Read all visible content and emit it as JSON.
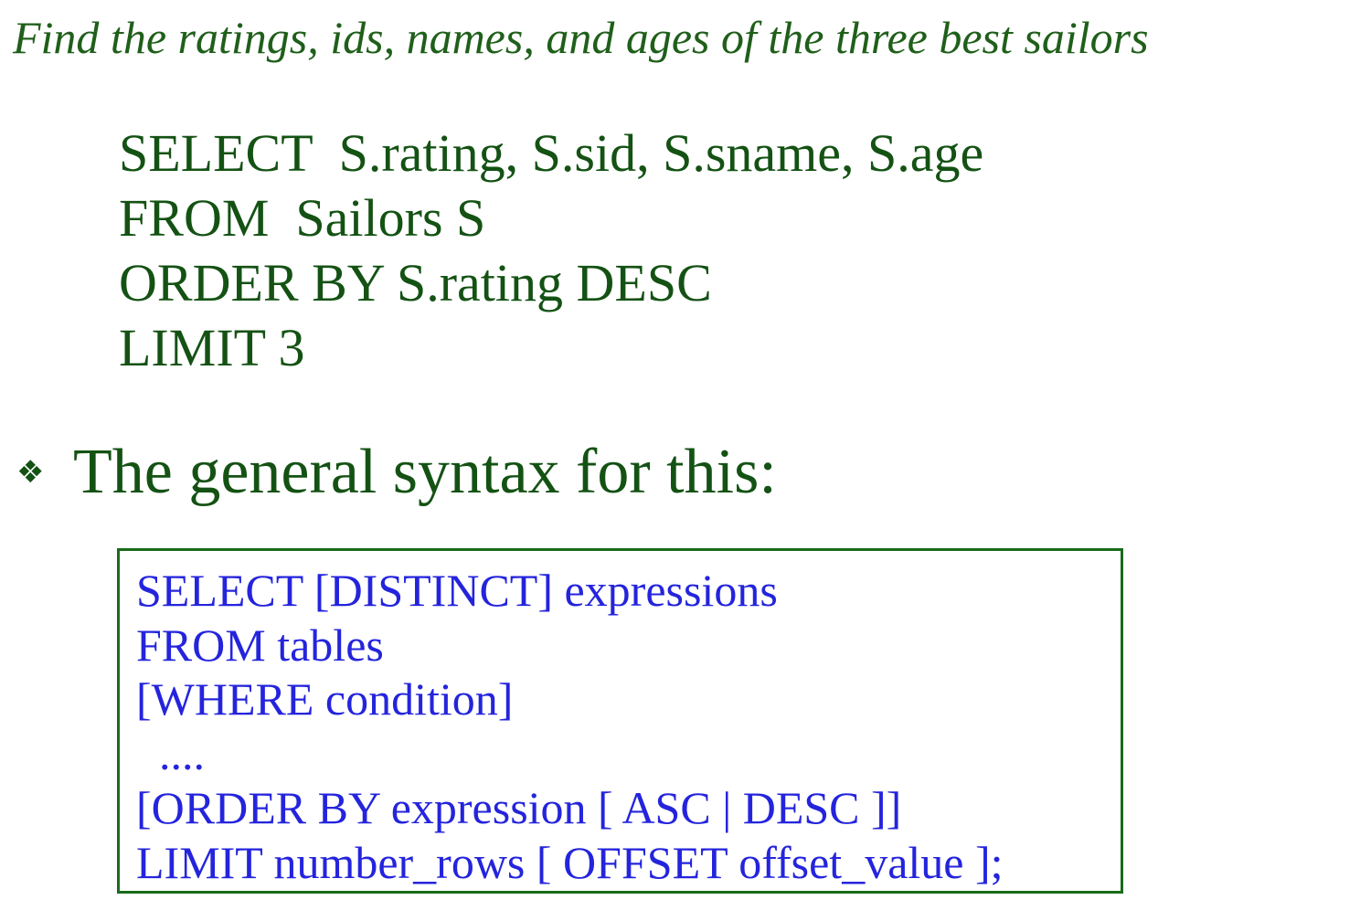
{
  "title": "Find the ratings, ids, names, and ages of the three best sailors",
  "query": {
    "lines": [
      "SELECT  S.rating, S.sid, S.sname, S.age",
      "FROM  Sailors S",
      "ORDER BY S.rating DESC",
      "LIMIT 3"
    ]
  },
  "bullet": {
    "icon": "four-diamond-bullet-icon",
    "glyph": "❖",
    "text": "The general syntax for this:"
  },
  "syntax": {
    "lines": [
      "SELECT [DISTINCT] expressions",
      "FROM tables",
      "[WHERE condition]",
      "  ....",
      "[ORDER BY expression [ ASC | DESC ]]",
      "LIMIT number_rows [ OFFSET offset_value ];"
    ]
  },
  "colors": {
    "title": "#1f5f1a",
    "query": "#145214",
    "syntax_text": "#2424dd",
    "box_border": "#1a6b1a"
  }
}
